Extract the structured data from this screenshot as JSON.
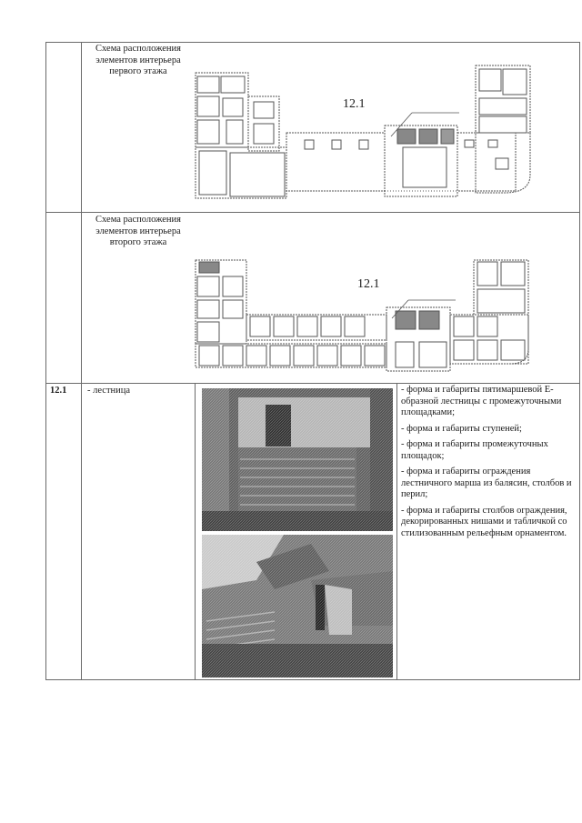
{
  "table": {
    "rows": [
      {
        "number": "",
        "label": "Схема расположения элементов интерьера первого этажа",
        "label_lines": [
          "Схема расположения",
          "элементов интерьера",
          "первого этажа"
        ],
        "plan_marker": "12.1"
      },
      {
        "number": "",
        "label": "Схема расположения элементов интерьера второго этажа",
        "label_lines": [
          "Схема расположения",
          "элементов интерьера",
          "второго этажа"
        ],
        "plan_marker": "12.1"
      },
      {
        "number": "12.1",
        "element": "- лестница",
        "photos": [
          "staircase-photo-front",
          "staircase-photo-railing"
        ],
        "description": [
          "- форма и габариты пятимаршевой Е-образной лестницы с промежуточными площадками;",
          "- форма и габариты ступеней;",
          "- форма и габариты промежуточных площадок;",
          "- форма и габариты ограждения лестничного марша из балясин, столбов и перил;",
          "- форма и габариты столбов ограждения, декорированных нишами и табличкой со стилизованным рельефным орнаментом."
        ]
      }
    ]
  }
}
